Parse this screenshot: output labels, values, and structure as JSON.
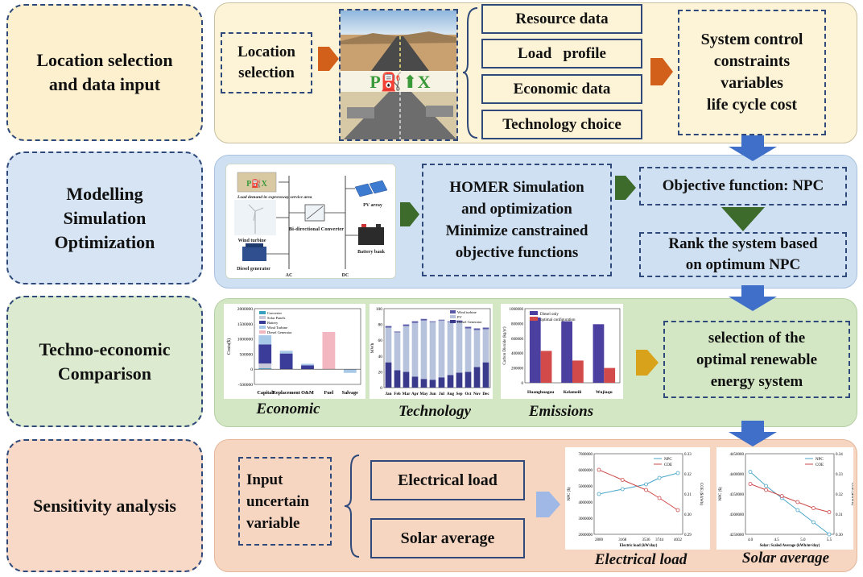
{
  "stages": [
    {
      "label": "Location selection\nand data input",
      "color": "#fdf0cf"
    },
    {
      "label": "Modelling\nSimulation\nOptimization",
      "color": "#d6e4f3"
    },
    {
      "label": "Techno-economic\nComparison",
      "color": "#dcebcf"
    },
    {
      "label": "Sensitivity analysis",
      "color": "#f8d9c7"
    }
  ],
  "row1": {
    "location_box": "Location\nselection",
    "pmx_label": "P⛽⬆X",
    "data_items": [
      "Resource data",
      "Load   profile",
      "Economic data",
      "Technology choice"
    ],
    "system_box": "System control\nconstraints\nvariables\nlife cycle cost"
  },
  "row2": {
    "schematic": {
      "load_label": "Load demand in\nexpressway service area",
      "converter": "Bi-directional\nConverter",
      "pv": "PV array",
      "wind": "Wind turbine",
      "diesel": "Diesel generator",
      "battery": "Battery bank",
      "ac": "AC",
      "dc": "DC",
      "pmx": "P⛽X"
    },
    "homer_box": "HOMER Simulation\nand optimization\nMinimize canstrained\nobjective functions",
    "objective_box": "Objective function: NPC",
    "rank_box": "Rank the system based\non optimum NPC"
  },
  "row3": {
    "captions": [
      "Economic",
      "Technology",
      "Emissions"
    ],
    "selection_box": "selection of the\noptimal renewable\nenergy system"
  },
  "row4": {
    "input_box": "Input\nuncertain\nvariable",
    "options": [
      "Electrical load",
      "Solar average"
    ],
    "captions": [
      "Electrical load",
      "Solar average"
    ]
  },
  "chart_data": [
    {
      "type": "bar",
      "name": "Economic",
      "categories": [
        "Capital",
        "Replacement",
        "O&M",
        "Fuel",
        "Salvage"
      ],
      "series": [
        {
          "name": "Converter",
          "values": [
            30000,
            0,
            0,
            0,
            0
          ]
        },
        {
          "name": "Solar Panels",
          "values": [
            160000,
            0,
            0,
            0,
            0
          ]
        },
        {
          "name": "Battery",
          "values": [
            630000,
            520000,
            130000,
            0,
            0
          ]
        },
        {
          "name": "Wind Turbine",
          "values": [
            300000,
            90000,
            50000,
            0,
            -120000
          ]
        },
        {
          "name": "Diesel Generator",
          "values": [
            0,
            0,
            0,
            1230000,
            0
          ]
        }
      ],
      "yticks": [
        "2000000",
        "1500000",
        "1000000",
        "500000",
        "0",
        "-500000"
      ],
      "ylabel": "Costs($)",
      "ylim": [
        -500000,
        2000000
      ]
    },
    {
      "type": "bar",
      "name": "Technology",
      "categories": [
        "Jan",
        "Feb",
        "Mar",
        "Apr",
        "May",
        "Jun",
        "Jul",
        "Aug",
        "Sep",
        "Oct",
        "Nov",
        "Dec"
      ],
      "series": [
        {
          "name": "Wind turbine",
          "values": [
            2,
            1,
            2,
            2,
            2,
            1,
            1,
            1,
            2,
            2,
            2,
            2
          ]
        },
        {
          "name": "PV",
          "values": [
            44,
            48,
            58,
            68,
            74,
            73,
            72,
            67,
            64,
            55,
            47,
            42
          ]
        },
        {
          "name": "Diesel Generator",
          "values": [
            32,
            22,
            20,
            14,
            11,
            10,
            13,
            16,
            19,
            20,
            26,
            32
          ]
        }
      ],
      "yticks": [
        "100",
        "80",
        "60",
        "40",
        "20",
        "0"
      ],
      "ylabel": "MWh",
      "ylim": [
        0,
        100
      ]
    },
    {
      "type": "bar",
      "name": "Emissions",
      "categories": [
        "Huanghuagou",
        "Kelameili",
        "Wujiaqu"
      ],
      "series": [
        {
          "name": "Diesel only",
          "values": [
            880000,
            830000,
            790000
          ]
        },
        {
          "name": "optimal configuration",
          "values": [
            430000,
            300000,
            200000
          ]
        }
      ],
      "yticks": [
        "1000000",
        "800000",
        "600000",
        "400000",
        "200000",
        "0"
      ],
      "ylabel": "Carbon Dioxide (kg/yr)",
      "ylim": [
        0,
        1000000
      ]
    },
    {
      "type": "line",
      "name": "Electrical load",
      "x": [
        2800,
        3168,
        3536,
        3744,
        4032
      ],
      "xticks": [
        "2800",
        "3168",
        "3536",
        "3744",
        "4032"
      ],
      "series": [
        {
          "name": "NPC",
          "values": [
            4500000,
            4800000,
            5100000,
            5500000,
            5800000
          ]
        },
        {
          "name": "COE",
          "values": [
            0.322,
            0.317,
            0.312,
            0.308,
            0.302
          ]
        }
      ],
      "yticks_left": [
        "7000000",
        "6000000",
        "5000000",
        "4000000",
        "3000000",
        "2000000"
      ],
      "yticks_right": [
        "0.33",
        "0.32",
        "0.31",
        "0.30",
        "0.29"
      ],
      "xlabel": "Electric load  (kW/day)",
      "ylabel": "NPC ($)",
      "ylabel_right": "COE ($/kWh)"
    },
    {
      "type": "line",
      "name": "Solar average",
      "x": [
        4.0,
        4.3,
        4.6,
        4.9,
        5.2,
        5.5
      ],
      "xticks": [
        "4.0",
        "4.5",
        "5.0",
        "5.5"
      ],
      "series": [
        {
          "name": "NPC",
          "values": [
            4405000,
            4370000,
            4340000,
            4310000,
            4280000,
            4250000
          ]
        },
        {
          "name": "COE",
          "values": [
            0.325,
            0.322,
            0.319,
            0.316,
            0.313,
            0.311
          ]
        }
      ],
      "yticks_left": [
        "4450000",
        "4400000",
        "4350000",
        "4300000",
        "4250000"
      ],
      "yticks_right": [
        "0.34",
        "0.33",
        "0.32",
        "0.31",
        "0.30"
      ],
      "xlabel": "Solar: Scaled Average (kWh/m²/day)",
      "ylabel": "NPC ($)",
      "ylabel_right": "COE ($/kWh)"
    }
  ],
  "colors": {
    "dash_blue": "#2f4a7a",
    "arrow_orange": "#d2601a",
    "arrow_darkgreen": "#3d6b2b",
    "arrow_gold": "#d9a21b",
    "arrow_blue": "#3f6fc8",
    "arrow_lightblue": "#9fb8e6"
  }
}
